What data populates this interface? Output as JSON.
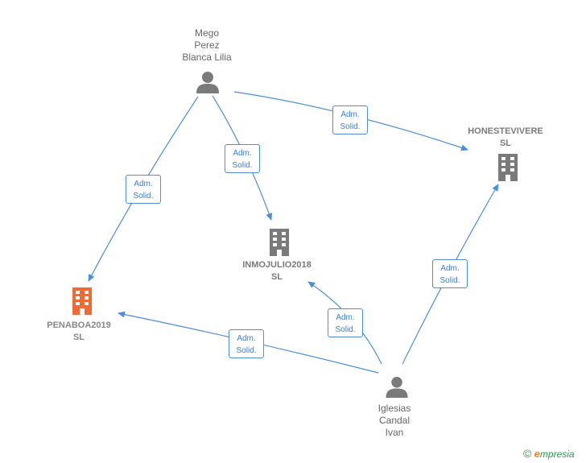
{
  "nodes": {
    "mego": {
      "name_lines": [
        "Mego",
        "Perez",
        "Blanca Lilia"
      ],
      "type": "person"
    },
    "iglesias": {
      "name_lines": [
        "Iglesias",
        "Candal",
        "Ivan"
      ],
      "type": "person"
    },
    "honestevivere": {
      "name_lines": [
        "HONESTEVIVERE",
        "SL"
      ],
      "type": "company"
    },
    "inmojulio": {
      "name_lines": [
        "INMOJULIO2018",
        "SL"
      ],
      "type": "company"
    },
    "penaboa": {
      "name_lines": [
        "PENABOA2019",
        "SL"
      ],
      "type": "company",
      "highlighted": true
    }
  },
  "edges": [
    {
      "from": "mego",
      "to": "honestevivere",
      "label": [
        "Adm.",
        "Solid."
      ]
    },
    {
      "from": "mego",
      "to": "inmojulio",
      "label": [
        "Adm.",
        "Solid."
      ]
    },
    {
      "from": "mego",
      "to": "penaboa",
      "label": [
        "Adm.",
        "Solid."
      ]
    },
    {
      "from": "iglesias",
      "to": "penaboa",
      "label": [
        "Adm.",
        "Solid."
      ]
    },
    {
      "from": "iglesias",
      "to": "inmojulio",
      "label": [
        "Adm.",
        "Solid."
      ]
    },
    {
      "from": "iglesias",
      "to": "honestevivere",
      "label": [
        "Adm.",
        "Solid."
      ]
    }
  ],
  "colors": {
    "edge": "#4a8fd8",
    "person_icon": "#7a7a7a",
    "company_icon": "#7a7a7a",
    "highlight_company_icon": "#f06a35"
  },
  "footer": {
    "copyright_symbol": "©",
    "brand_initial": "e",
    "brand_rest": "mpresia"
  }
}
